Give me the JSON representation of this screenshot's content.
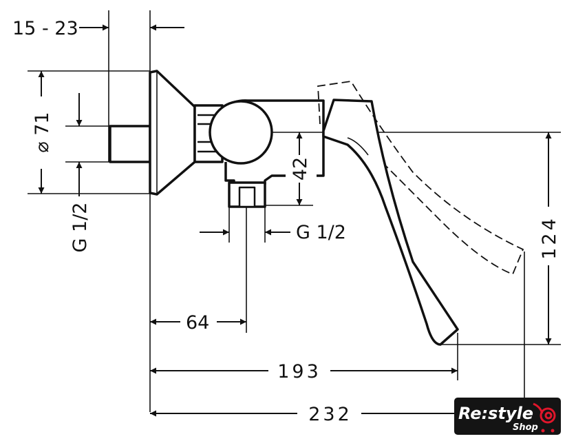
{
  "drawing": {
    "dimensions": {
      "wall_depth": "15 - 23",
      "flange_diameter": "⌀ 71",
      "inlet_thread": "G 1/2",
      "outlet_height": "42",
      "outlet_thread": "G 1/2",
      "outlet_offset": "64",
      "lever_reach": "193",
      "total_reach": "232",
      "lever_height": "124"
    }
  },
  "logo": {
    "brand": "Re:style",
    "sub": "Shop",
    "accent": "#e0162b"
  }
}
